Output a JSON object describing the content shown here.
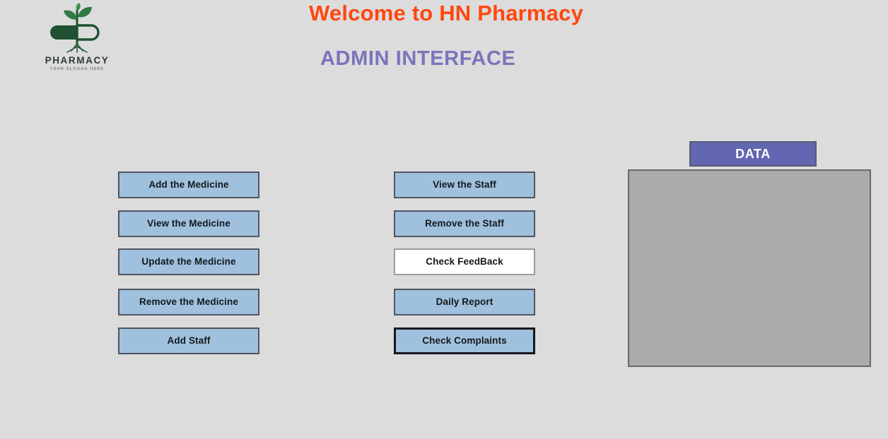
{
  "app": {
    "background_color": "#dcdcdc"
  },
  "logo": {
    "icon": "pharmacy-capsule-plant-logo",
    "wordmark": "PHARMACY",
    "slogan": "YOUR SLOGAN HERE",
    "color": "#1f5132"
  },
  "header": {
    "welcome_title": "Welcome to HN Pharmacy",
    "welcome_color": "#ff4710",
    "subtitle": "ADMIN INTERFACE",
    "subtitle_color": "#7b74bd"
  },
  "buttons": {
    "default_fill": "#9fc1dd",
    "default_border": "#4f5560",
    "hover_fill": "#ffffff",
    "focus_border": "#14171c",
    "left_column": [
      {
        "label": "Add the Medicine",
        "state": "default"
      },
      {
        "label": "View the Medicine",
        "state": "default"
      },
      {
        "label": "Update the Medicine",
        "state": "default"
      },
      {
        "label": "Remove the Medicine",
        "state": "default"
      },
      {
        "label": "Add Staff",
        "state": "default"
      }
    ],
    "middle_column": [
      {
        "label": "View the Staff",
        "state": "default"
      },
      {
        "label": "Remove the Staff",
        "state": "default"
      },
      {
        "label": "Check FeedBack",
        "state": "hover"
      },
      {
        "label": "Daily Report",
        "state": "default"
      },
      {
        "label": "Check Complaints",
        "state": "focus"
      }
    ]
  },
  "data_section": {
    "tab_label": "DATA",
    "tab_color": "#6366b0",
    "panel_color": "#ababab",
    "panel_border": "#6a6a6a",
    "panel_content": ""
  }
}
